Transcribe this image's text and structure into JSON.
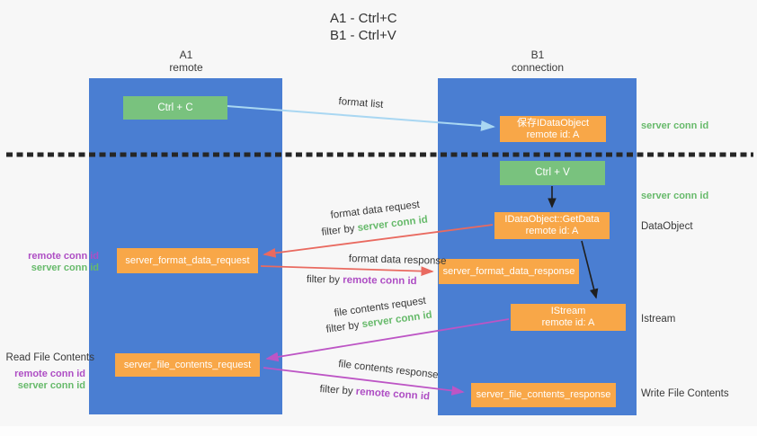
{
  "title": {
    "line1": "A1 - Ctrl+C",
    "line2": "B1 - Ctrl+V"
  },
  "columns": {
    "a1": {
      "name": "A1",
      "subtitle": "remote"
    },
    "b1": {
      "name": "B1",
      "subtitle": "connection"
    }
  },
  "boxes": {
    "ctrl_c": {
      "label": "Ctrl + C"
    },
    "save_idataobject": {
      "line1": "保存IDataObject",
      "line2": "remote id: A"
    },
    "ctrl_v": {
      "label": "Ctrl + V"
    },
    "idataobject_getdata": {
      "line1": "IDataObject::GetData",
      "line2": "remote id: A"
    },
    "server_format_data_request": {
      "label": "server_format_data_request"
    },
    "server_format_data_response": {
      "label": "server_format_data_response"
    },
    "istream": {
      "line1": "IStream",
      "line2": "remote id: A"
    },
    "server_file_contents_request": {
      "label": "server_file_contents_request"
    },
    "server_file_contents_response": {
      "label": "server_file_contents_response"
    }
  },
  "arrow_labels": {
    "format_list": "format list",
    "format_data_request": "format data request",
    "format_data_response": "format data response",
    "file_contents_request": "file contents request",
    "file_contents_response": "file contents response",
    "filter_by": "filter by",
    "server_conn_id": "server conn id",
    "remote_conn_id": "remote conn id"
  },
  "side_labels": {
    "right_server_conn_id_top": "server conn id",
    "right_server_conn_id_mid": "server conn id",
    "dataobject": "DataObject",
    "istream": "Istream",
    "write_file_contents": "Write File Contents",
    "left_remote_conn_id_top": "remote conn id",
    "left_server_conn_id_top": "server conn id",
    "read_file_contents": "Read File Contents",
    "left_remote_conn_id_bottom": "remote conn id",
    "left_server_conn_id_bottom": "server conn id"
  },
  "colors": {
    "column_blue": "#4a7ed2",
    "box_green": "#79c27e",
    "box_orange": "#f8a748",
    "conn_id_green": "#67ba6b",
    "conn_id_purple": "#ae4ec4",
    "arrow_red": "#e96a60",
    "arrow_magenta": "#bd55c5",
    "arrow_light_blue": "#a9d7f2",
    "arrow_black": "#1f1f1f",
    "text_dark": "#383838"
  }
}
